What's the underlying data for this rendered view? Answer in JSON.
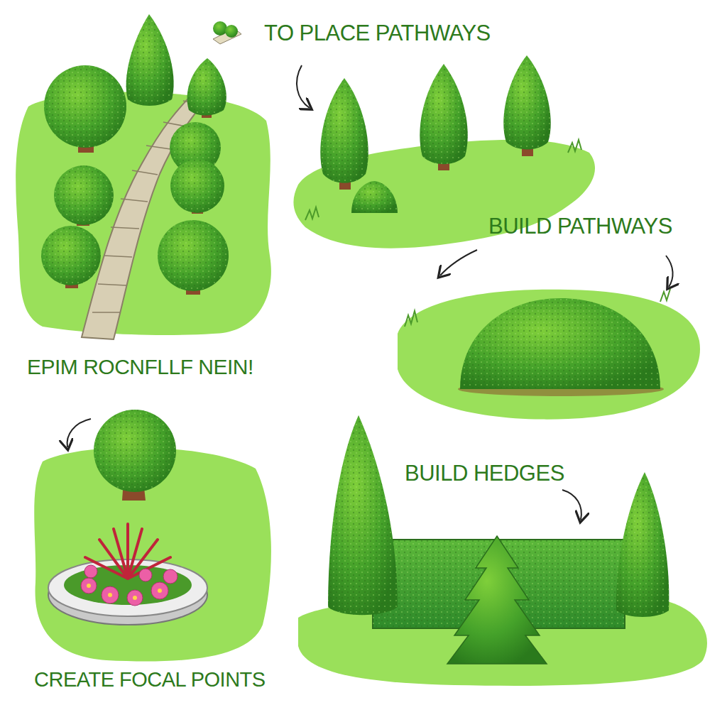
{
  "diagram": {
    "labels": [
      "TO PLACE PATHWAYS",
      "BUILD PATHWAYS",
      "EPIM ROCNFLLF NEIN!",
      "BUILD HEDGES",
      "CREATE FOCAL POINTS"
    ]
  }
}
